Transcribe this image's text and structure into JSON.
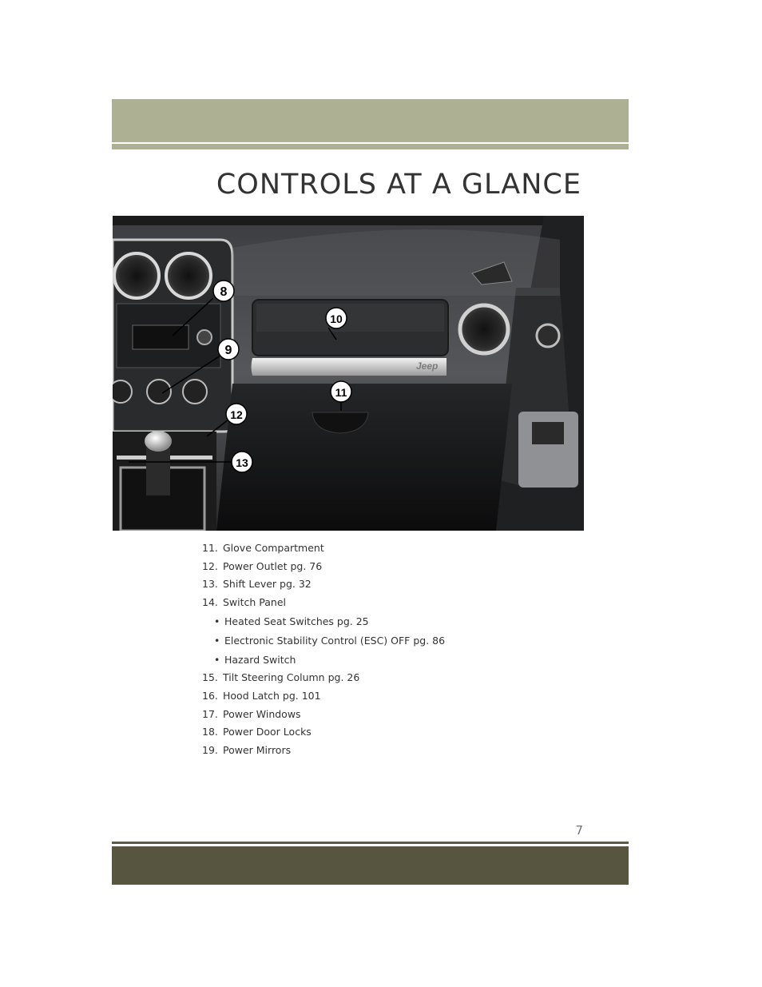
{
  "header": {
    "title": "CONTROLS AT A GLANCE"
  },
  "figure": {
    "callouts": [
      "8",
      "9",
      "10",
      "11",
      "12",
      "13"
    ],
    "brand_badge": "Jeep"
  },
  "items": [
    {
      "num": "11.",
      "text": "Glove Compartment"
    },
    {
      "num": "12.",
      "text": "Power Outlet pg. 76"
    },
    {
      "num": "13.",
      "text": "Shift Lever pg. 32"
    },
    {
      "num": "14.",
      "text": "Switch Panel"
    },
    {
      "num": "15.",
      "text": "Tilt Steering Column pg. 26"
    },
    {
      "num": "16.",
      "text": "Hood Latch pg. 101"
    },
    {
      "num": "17.",
      "text": "Power Windows"
    },
    {
      "num": "18.",
      "text": "Power Door Locks"
    },
    {
      "num": "19.",
      "text": "Power Mirrors"
    }
  ],
  "subitems": [
    {
      "bullet": "•",
      "text": "Heated Seat Switches pg. 25"
    },
    {
      "bullet": "•",
      "text": "Electronic Stability Control (ESC) OFF pg. 86"
    },
    {
      "bullet": "•",
      "text": "Hazard Switch"
    }
  ],
  "footer": {
    "page_number": "7"
  },
  "colors": {
    "header_band": "#adb093",
    "footer_band": "#575440"
  }
}
